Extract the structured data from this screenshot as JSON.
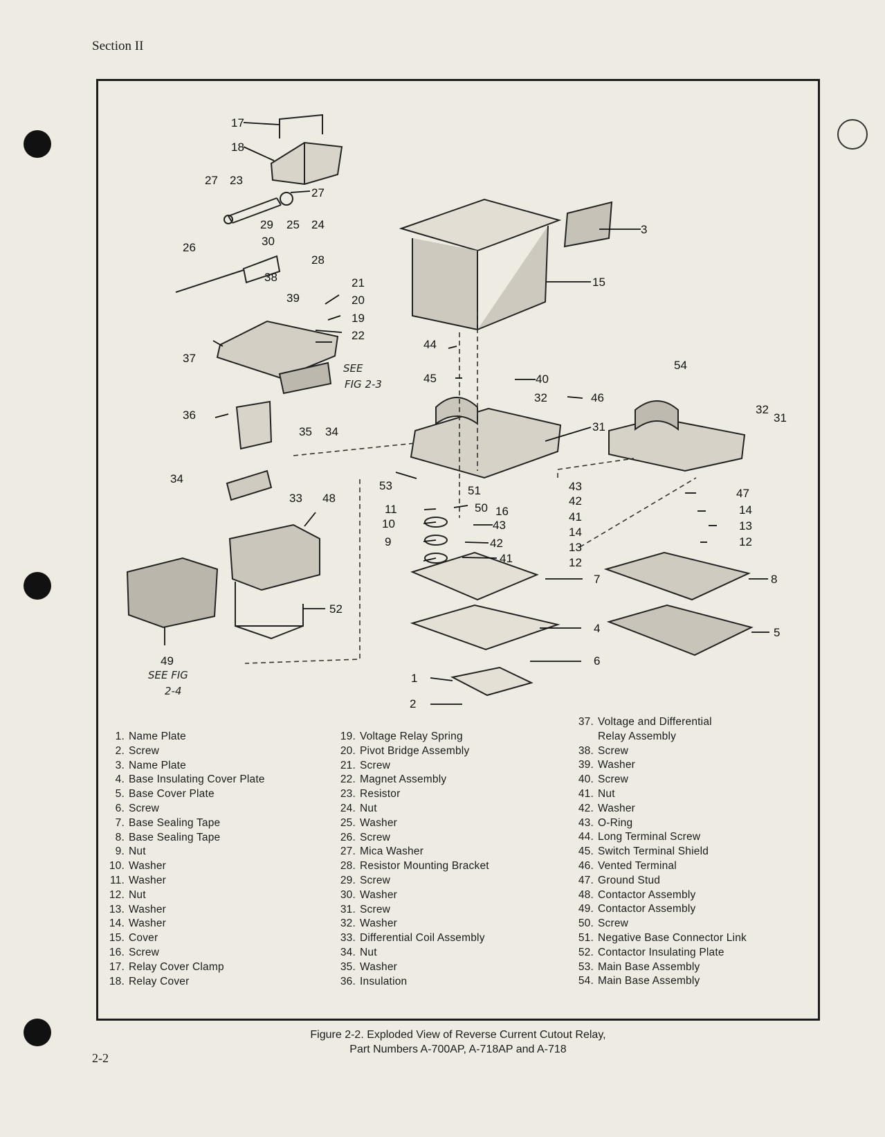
{
  "section_heading": "Section II",
  "page_number": "2-2",
  "figure": {
    "caption_line1": "Figure 2-2. Exploded View of Reverse Current Cutout Relay,",
    "caption_line2": "Part Numbers A-700AP, A-718AP and A-718",
    "callouts": [
      "1",
      "2",
      "3",
      "4",
      "5",
      "6",
      "7",
      "8",
      "9",
      "10",
      "11",
      "12",
      "13",
      "14",
      "15",
      "16",
      "17",
      "18",
      "19",
      "20",
      "21",
      "22",
      "23",
      "24",
      "25",
      "26",
      "27",
      "28",
      "29",
      "30",
      "31",
      "32",
      "33",
      "34",
      "35",
      "36",
      "37",
      "38",
      "39",
      "40",
      "41",
      "42",
      "43",
      "44",
      "45",
      "46",
      "47",
      "48",
      "49",
      "50",
      "51",
      "52",
      "53",
      "54"
    ],
    "notes": {
      "see_fig_2_3_line1": "SEE",
      "see_fig_2_3_line2": "FIG 2-3",
      "see_fig_2_4_line1": "SEE FIG",
      "see_fig_2_4_line2": "2-4"
    }
  },
  "parts_legend": {
    "column1": [
      {
        "num": "1.",
        "name": "Name Plate"
      },
      {
        "num": "2.",
        "name": "Screw"
      },
      {
        "num": "3.",
        "name": "Name Plate"
      },
      {
        "num": "4.",
        "name": "Base Insulating Cover Plate"
      },
      {
        "num": "5.",
        "name": "Base Cover Plate"
      },
      {
        "num": "6.",
        "name": "Screw"
      },
      {
        "num": "7.",
        "name": "Base Sealing Tape"
      },
      {
        "num": "8.",
        "name": "Base Sealing Tape"
      },
      {
        "num": "9.",
        "name": "Nut"
      },
      {
        "num": "10.",
        "name": "Washer"
      },
      {
        "num": "11.",
        "name": "Washer"
      },
      {
        "num": "12.",
        "name": "Nut"
      },
      {
        "num": "13.",
        "name": "Washer"
      },
      {
        "num": "14.",
        "name": "Washer"
      },
      {
        "num": "15.",
        "name": "Cover"
      },
      {
        "num": "16.",
        "name": "Screw"
      },
      {
        "num": "17.",
        "name": "Relay Cover Clamp"
      },
      {
        "num": "18.",
        "name": "Relay Cover"
      }
    ],
    "column2": [
      {
        "num": "19.",
        "name": "Voltage Relay Spring"
      },
      {
        "num": "20.",
        "name": "Pivot Bridge Assembly"
      },
      {
        "num": "21.",
        "name": "Screw"
      },
      {
        "num": "22.",
        "name": "Magnet Assembly"
      },
      {
        "num": "23.",
        "name": "Resistor"
      },
      {
        "num": "24.",
        "name": "Nut"
      },
      {
        "num": "25.",
        "name": "Washer"
      },
      {
        "num": "26.",
        "name": "Screw"
      },
      {
        "num": "27.",
        "name": "Mica Washer"
      },
      {
        "num": "28.",
        "name": "Resistor Mounting Bracket"
      },
      {
        "num": "29.",
        "name": "Screw"
      },
      {
        "num": "30.",
        "name": "Washer"
      },
      {
        "num": "31.",
        "name": "Screw"
      },
      {
        "num": "32.",
        "name": "Washer"
      },
      {
        "num": "33.",
        "name": "Differential Coil Assembly"
      },
      {
        "num": "34.",
        "name": "Nut"
      },
      {
        "num": "35.",
        "name": "Washer"
      },
      {
        "num": "36.",
        "name": "Insulation"
      }
    ],
    "column3": [
      {
        "num": "37.",
        "name": "Voltage and Differential",
        "cont": "Relay Assembly"
      },
      {
        "num": "38.",
        "name": "Screw"
      },
      {
        "num": "39.",
        "name": "Washer"
      },
      {
        "num": "40.",
        "name": "Screw"
      },
      {
        "num": "41.",
        "name": "Nut"
      },
      {
        "num": "42.",
        "name": "Washer"
      },
      {
        "num": "43.",
        "name": "O-Ring"
      },
      {
        "num": "44.",
        "name": "Long Terminal Screw"
      },
      {
        "num": "45.",
        "name": "Switch Terminal Shield"
      },
      {
        "num": "46.",
        "name": "Vented Terminal"
      },
      {
        "num": "47.",
        "name": "Ground Stud"
      },
      {
        "num": "48.",
        "name": "Contactor Assembly"
      },
      {
        "num": "49.",
        "name": "Contactor Assembly"
      },
      {
        "num": "50.",
        "name": "Screw"
      },
      {
        "num": "51.",
        "name": "Negative Base Connector Link"
      },
      {
        "num": "52.",
        "name": "Contactor Insulating Plate"
      },
      {
        "num": "53.",
        "name": "Main Base Assembly"
      },
      {
        "num": "54.",
        "name": "Main Base Assembly"
      }
    ]
  }
}
